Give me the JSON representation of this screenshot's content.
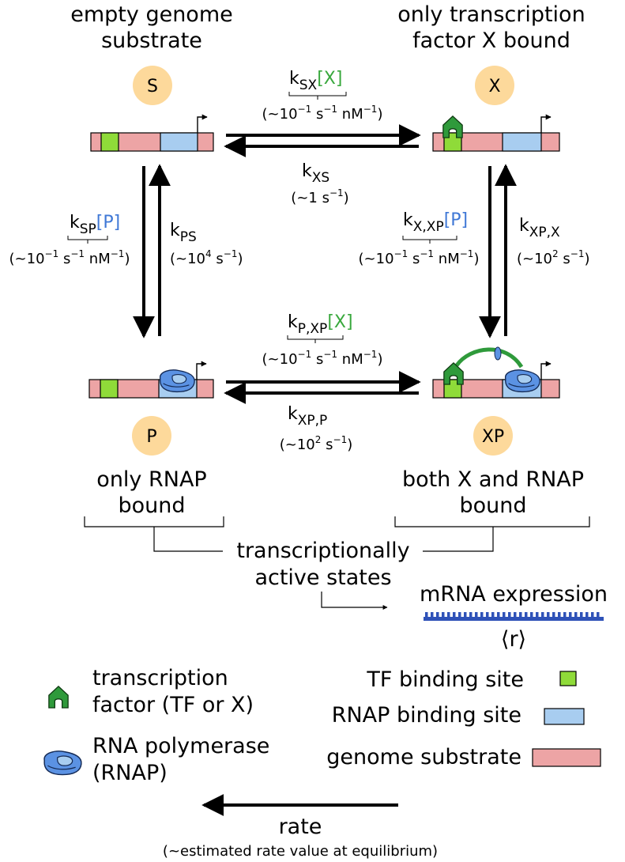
{
  "states": {
    "S": {
      "badge": "S",
      "label_line1": "empty genome",
      "label_line2": "substrate"
    },
    "X": {
      "badge": "X",
      "label_line1": "only transcription",
      "label_line2": "factor X bound"
    },
    "P": {
      "badge": "P",
      "label_line1": "only RNAP",
      "label_line2": "bound"
    },
    "XP": {
      "badge": "XP",
      "label_line1": "both X and RNAP",
      "label_line2": "bound"
    }
  },
  "rates": {
    "sx": {
      "k": "k",
      "sub": "SX",
      "conc": "[X]",
      "value_pre": "(~10",
      "exp1": "−1",
      "s_unit": " s",
      "exp2": "−1",
      "nm_unit": " nM",
      "exp3": "−1",
      "value_post": ")"
    },
    "xs": {
      "k": "k",
      "sub": "XS",
      "value_pre": "(~1 s",
      "exp1": "−1",
      "value_post": ")"
    },
    "sp": {
      "k": "k",
      "sub": "SP",
      "conc": "[P]",
      "value_pre": "(~10",
      "exp1": "−1",
      "s_unit": " s",
      "exp2": "−1",
      "nm_unit": " nM",
      "exp3": "−1",
      "value_post": ")"
    },
    "ps": {
      "k": "k",
      "sub": "PS",
      "value_pre": "(~10",
      "exp1": "4",
      "s_unit": " s",
      "exp2": "−1",
      "value_post": ")"
    },
    "x_xp": {
      "k": "k",
      "sub": "X,XP",
      "conc": "[P]",
      "value_pre": "(~10",
      "exp1": "−1",
      "s_unit": " s",
      "exp2": "−1",
      "nm_unit": " nM",
      "exp3": "−1",
      "value_post": ")"
    },
    "xp_x": {
      "k": "k",
      "sub": "XP,X",
      "value_pre": "(~10",
      "exp1": "2",
      "s_unit": " s",
      "exp2": "−1",
      "value_post": ")"
    },
    "p_xp": {
      "k": "k",
      "sub": "P,XP",
      "conc": "[X]",
      "value_pre": "(~10",
      "exp1": "−1",
      "s_unit": " s",
      "exp2": "−1",
      "nm_unit": " nM",
      "exp3": "−1",
      "value_post": ")"
    },
    "xp_p": {
      "k": "k",
      "sub": "XP,P",
      "value_pre": "(~10",
      "exp1": "2",
      "s_unit": " s",
      "exp2": "−1",
      "value_post": ")"
    }
  },
  "active": {
    "line1": "transcriptionally",
    "line2": "active states"
  },
  "expression": {
    "label": "mRNA expression",
    "symbol": "⟨r⟩"
  },
  "legend": {
    "tf_line1": "transcription",
    "tf_line2": "factor (TF or X)",
    "rnap_line1": "RNA polymerase",
    "rnap_line2": "(RNAP)",
    "tf_site": "TF binding site",
    "rnap_site": "RNAP binding site",
    "substrate": "genome substrate",
    "rate": "rate",
    "rate_note": "(~estimated rate value at equilibrium)"
  },
  "colors": {
    "badge": "#fdd99b",
    "substrate": "#eda4a5",
    "tf_site": "#8fdb39",
    "rnap_site": "#a8cdf0",
    "tf_protein": "#2f9a3b",
    "rnap_protein": "#5b92e3",
    "green_text": "#39a83d",
    "blue_text": "#3f78d6",
    "mrna": "#2f52b8"
  }
}
